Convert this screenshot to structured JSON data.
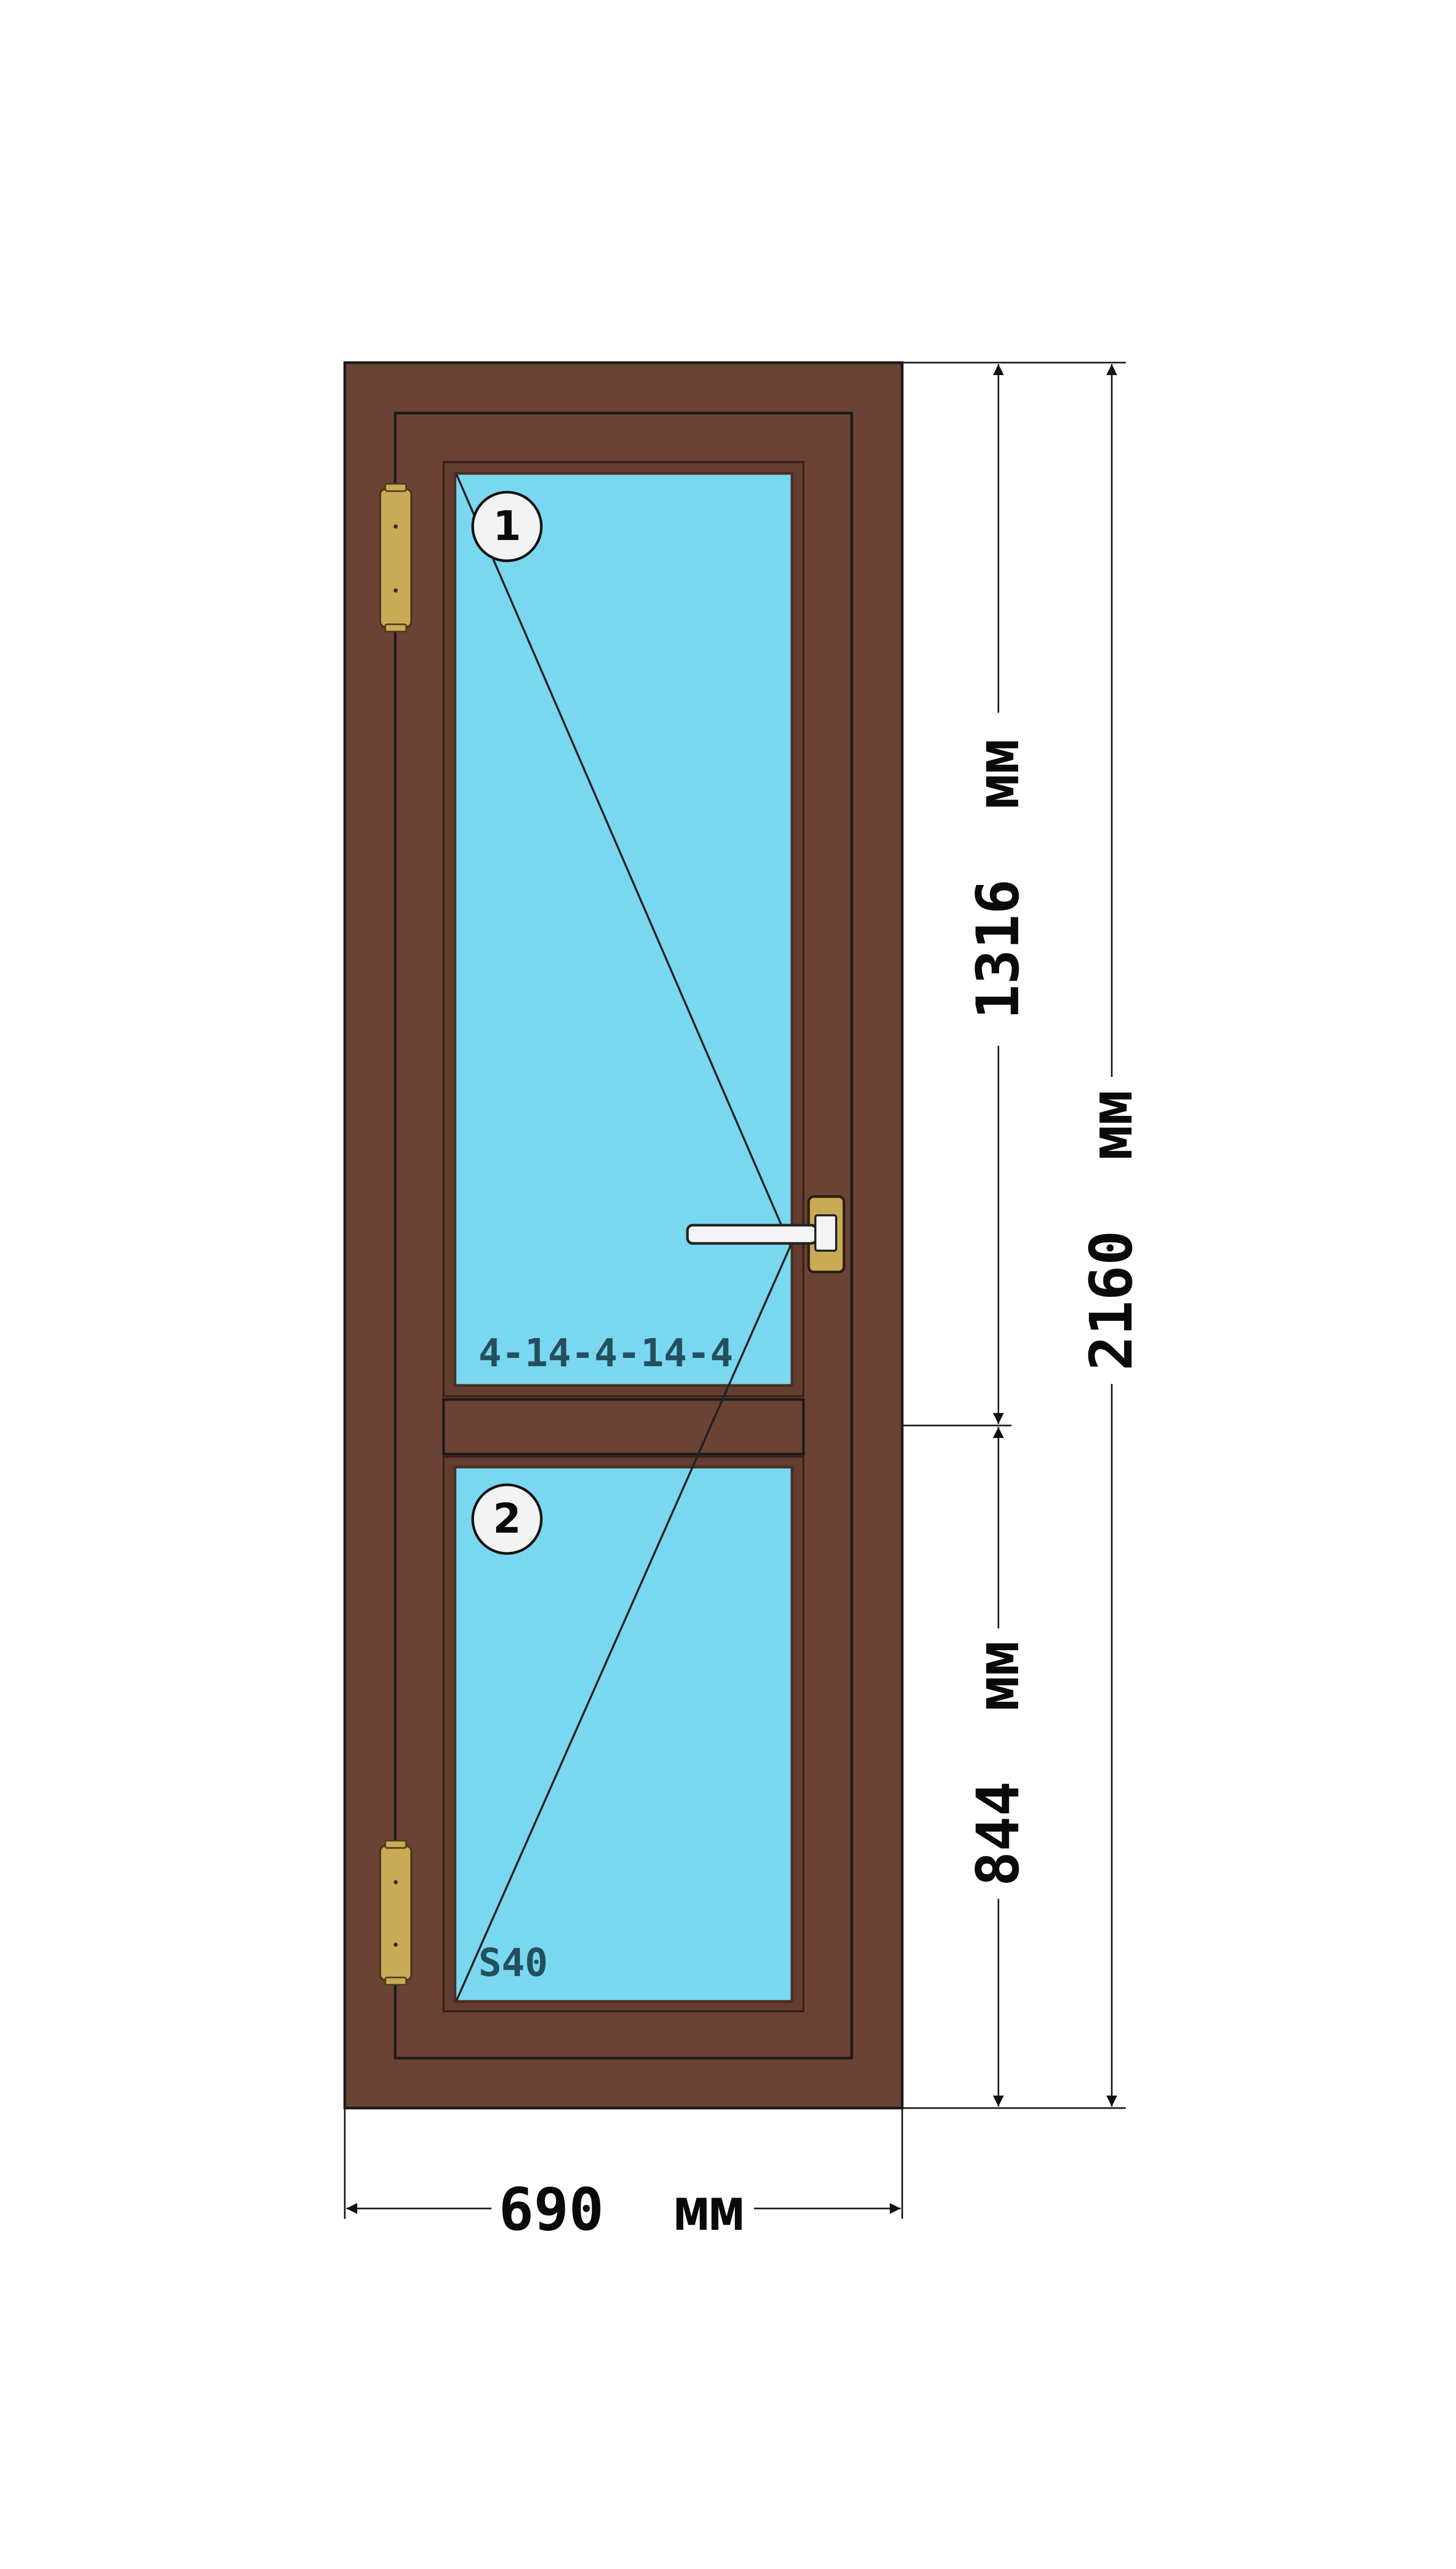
{
  "dimensions": {
    "width_label": "690  мм",
    "total_height_label": "2160  мм",
    "upper_height_label": "1316  мм",
    "lower_height_label": "844  мм"
  },
  "panes": [
    {
      "number": "1"
    },
    {
      "number": "2"
    }
  ],
  "glass_spec": "4-14-4-14-4",
  "profile": "S40",
  "colors": {
    "frame": "#6b4334",
    "glass": "#7ad7f0",
    "hardware": "#c9ab55",
    "outline": "#1a1a1a"
  }
}
